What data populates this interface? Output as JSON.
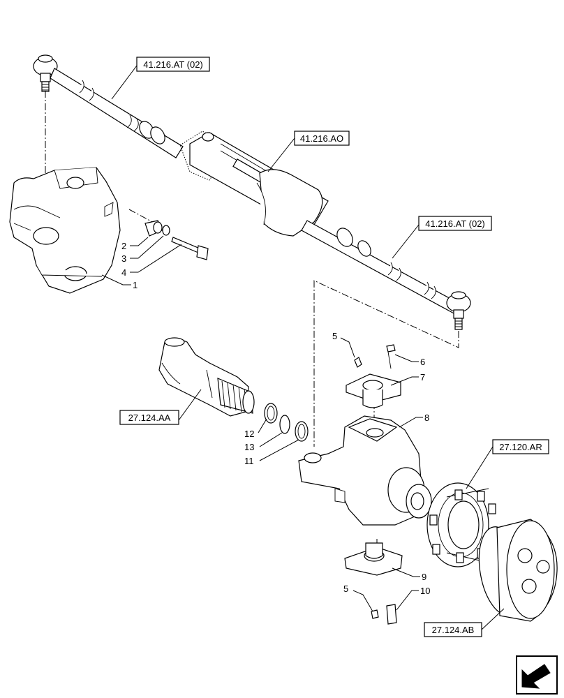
{
  "references": {
    "tie_rod_end_left": "41.216.AT (02)",
    "steering_cylinder": "41.216.AO",
    "tie_rod_end_right": "41.216.AT (02)",
    "axle_shaft": "27.124.AA",
    "wheel_hub": "27.120.AR",
    "planetary_carrier": "27.124.AB"
  },
  "callouts": {
    "n1": "1",
    "n2": "2",
    "n3": "3",
    "n4": "4",
    "n5a": "5",
    "n6": "6",
    "n7": "7",
    "n8": "8",
    "n12": "12",
    "n13": "13",
    "n11": "11",
    "n9": "9",
    "n5b": "5",
    "n10": "10"
  },
  "icons": {
    "navigation": "return-arrow-icon"
  }
}
